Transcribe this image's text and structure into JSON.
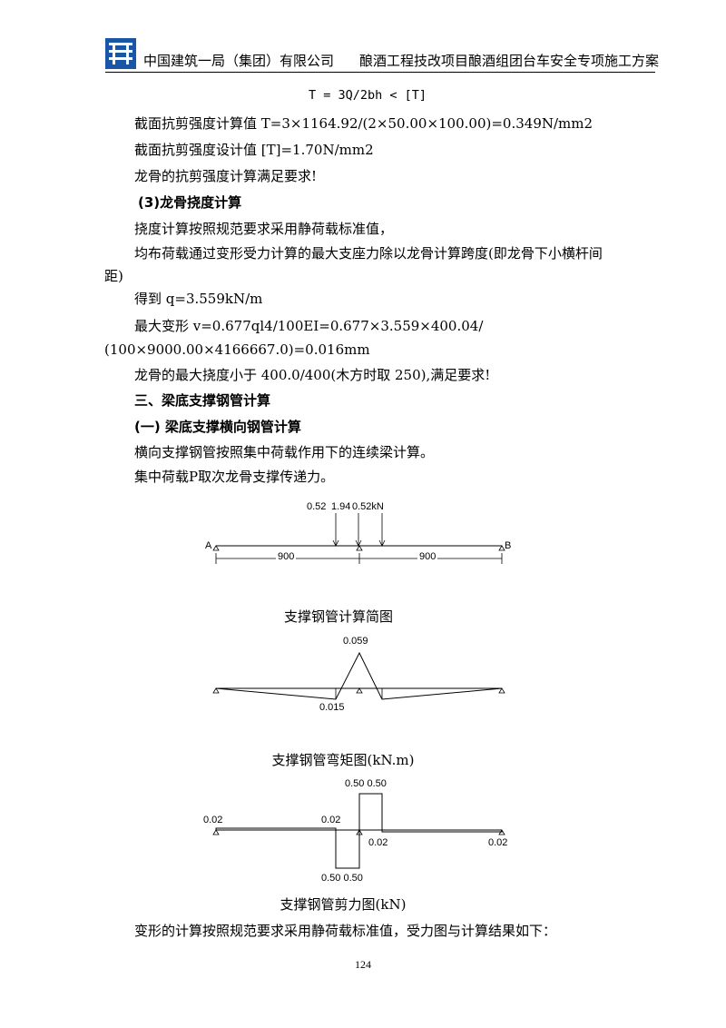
{
  "header": {
    "company": "中国建筑一局（集团）有限公司",
    "project": "酿酒工程技改项目酿酒组团台车安全专项施工方案"
  },
  "body": {
    "formula": "T = 3Q/2bh < [T]",
    "shear_calc": "截面抗剪强度计算值 T=3×1164.92/(2×50.00×100.00)=0.349N/mm2",
    "shear_design": "截面抗剪强度设计值 [T]=1.70N/mm2",
    "shear_ok": "龙骨的抗剪强度计算满足要求!",
    "deflection_heading": "(3)龙骨挠度计算",
    "deflection_p1": "挠度计算按照规范要求采用静荷载标准值，",
    "deflection_p2a": "均布荷载通过变形受力计算的最大支座力除以龙骨计算跨度(即龙骨下小横杆间",
    "deflection_p2b": "距)",
    "q_value": "得到 q=3.559kN/m",
    "max_def_a": "最大变形 v=0.677ql4/100EI=0.677×3.559×400.04/",
    "max_def_b": "(100×9000.00×4166667.0)=0.016mm",
    "def_ok": "龙骨的最大挠度小于 400.0/400(木方时取 250),满足要求!",
    "section3": "三、梁底支撑钢管计算",
    "section3_1": "(一) 梁底支撑横向钢管计算",
    "p_cont": "横向支撑钢管按照集中荷载作用下的连续梁计算。",
    "p_load": "集中荷载P取次龙骨支撑传递力。",
    "last_line": "变形的计算按照规范要求采用静荷载标准值，受力图与计算结果如下："
  },
  "diagrams": {
    "calc": {
      "caption": "支撑钢管计算简图",
      "loads": [
        "0.52",
        "1.94",
        "0.52kN"
      ],
      "support_a": "A",
      "support_b": "B",
      "span_left": "900",
      "span_right": "900"
    },
    "moment": {
      "caption": "支撑钢管弯矩图(kN.m)",
      "peak": "0.059",
      "trough": "0.015"
    },
    "shear": {
      "caption": "支撑钢管剪力图(kN)",
      "top_pair": "0.50 0.50",
      "bottom_pair": "0.50 0.50",
      "left_end": "0.02",
      "left_mid": "0.02",
      "right_mid": "0.02",
      "right_end": "0.02"
    }
  },
  "page_number": "124",
  "colors": {
    "logo": "#1a56a8"
  }
}
